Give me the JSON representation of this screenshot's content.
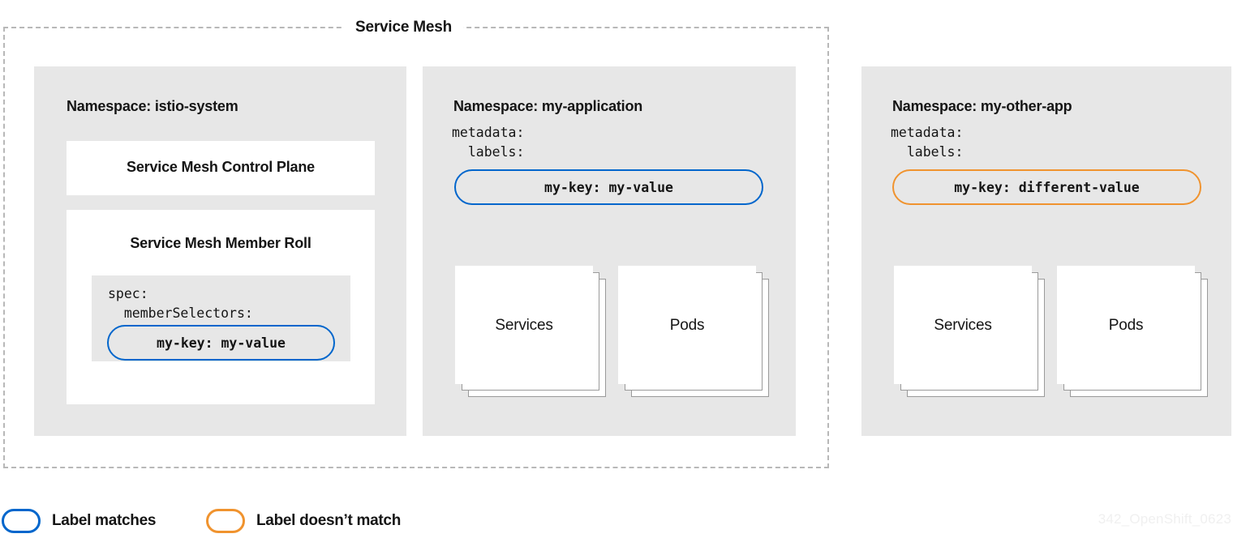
{
  "diagram": {
    "title": "Service Mesh",
    "watermark": "342_OpenShift_0623"
  },
  "namespaces": [
    {
      "title": "Namespace: istio-system",
      "cards": [
        {
          "title": "Service Mesh Control Plane"
        },
        {
          "title": "Service Mesh Member Roll",
          "yaml": "spec:\n  memberSelectors:",
          "pill": {
            "text": "my-key: my-value",
            "state": "match"
          }
        }
      ]
    },
    {
      "title": "Namespace: my-application",
      "yaml": "metadata:\n  labels:",
      "pill": {
        "text": "my-key: my-value",
        "state": "match"
      },
      "resources": [
        {
          "label": "Services"
        },
        {
          "label": "Pods"
        }
      ]
    },
    {
      "title": "Namespace:  my-other-app",
      "yaml": "metadata:\n  labels:",
      "pill": {
        "text": "my-key: different-value",
        "state": "nomatch"
      },
      "resources": [
        {
          "label": "Services"
        },
        {
          "label": "Pods"
        }
      ]
    }
  ],
  "legend": [
    {
      "label": "Label matches",
      "state": "match"
    },
    {
      "label": "Label doesn’t match",
      "state": "nomatch"
    }
  ],
  "colors": {
    "match": "#0066cc",
    "nomatch": "#f0932e",
    "panel_bg": "#e7e7e7",
    "boundary": "#b8b8b8",
    "text": "#151515"
  }
}
